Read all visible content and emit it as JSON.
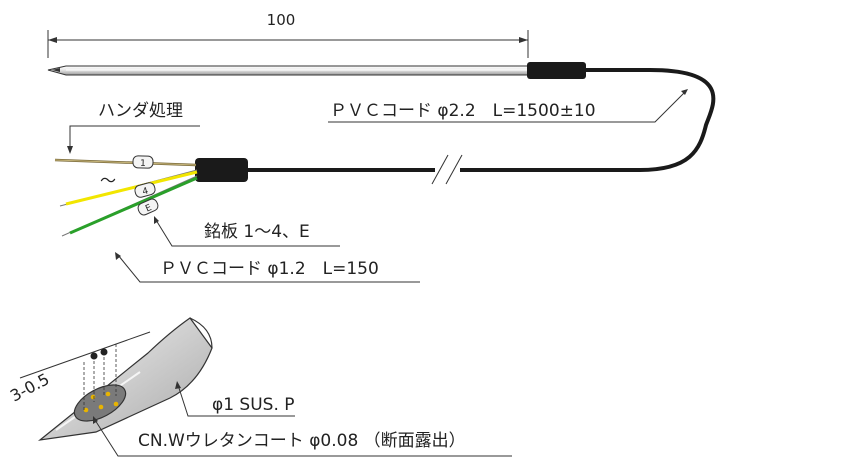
{
  "dimension": {
    "value": "100"
  },
  "labels": {
    "solder": "ハンダ処理",
    "main_cord": "ＰＶＣコード φ2.2　L=1500±10",
    "nameplate": "銘板 1～4、E",
    "lead_cord": "ＰＶＣコード φ1.2　L=150",
    "wave": "～",
    "angle": "3-0.5",
    "sus": "φ1 SUS. P",
    "wire": "CN.Wウレタンコート φ0.08 （断面露出）"
  },
  "markers": [
    "1",
    "4",
    "E"
  ],
  "colors": {
    "sheath": "#1a1a1a",
    "probe_light": "#f2f2f2",
    "probe_mid": "#c4c4c4",
    "lead_brown": "#7a6a3a",
    "lead_yellow": "#f2e600",
    "lead_green": "#2aa02a",
    "lead_gray": "#777777",
    "wire_gold": "#e8b400"
  }
}
